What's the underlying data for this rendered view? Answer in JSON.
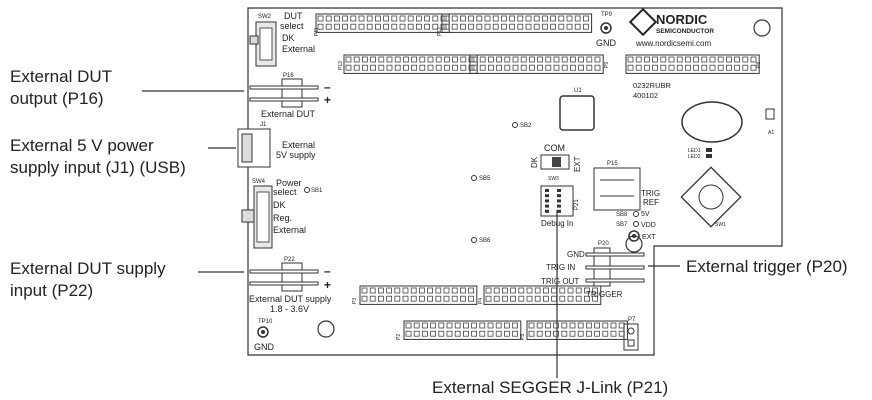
{
  "callouts": {
    "ext_dut_output": [
      "External DUT",
      "output (P16)"
    ],
    "ext_5v_supply": [
      "External 5 V power",
      "supply input (J1) (USB)"
    ],
    "ext_dut_supply": [
      "External DUT supply",
      "input (P22)"
    ],
    "ext_trigger": "External trigger (P20)",
    "ext_segger": "External SEGGER J-Link (P21)"
  },
  "board": {
    "sw2": "SW2",
    "dut_select": [
      "DUT",
      "select",
      "DK",
      "External"
    ],
    "p16": "P16",
    "external_dut": "External DUT",
    "j1": "J1",
    "external_5v": [
      "External",
      "5V supply"
    ],
    "sw4": "SW4",
    "power_select": [
      "Power",
      "select",
      "DK",
      "Reg.",
      "External"
    ],
    "sb1": "SB1",
    "p22": "P22",
    "external_dut_supply": [
      "External DUT supply",
      "1.8 - 3.6V"
    ],
    "tp10": "TP10",
    "tp9": "TP9",
    "gnd": "GND",
    "p3": "P3",
    "p4": "P4",
    "p1": "P1",
    "p2": "P2",
    "p5": "P5",
    "p6": "P6",
    "p7": "P7",
    "p8": "P8",
    "p9": "P9",
    "p11": "P11",
    "p12": "P12",
    "p13": "P13",
    "plus": "+",
    "minus": "–",
    "u1": "U1",
    "sb2": "SB2",
    "sb5": "SB5",
    "sb6": "SB6",
    "sb8": "SB8",
    "sb7": "SB7",
    "com": "COM",
    "dk": "DK",
    "ext": "EXT",
    "sw3": "SW3",
    "p15": "P15",
    "trig_ref": [
      "TRIG",
      "REF"
    ],
    "five_v": "5V",
    "vdd": "VDD",
    "tp11_ext": "EXT",
    "p21": "P21",
    "debug_in": "Debug In",
    "p20": "P20",
    "trig_pins": [
      "GND",
      "TRIG IN",
      "TRIG OUT"
    ],
    "trigger": "TRIGGER",
    "nordic_logo": "NORDIC",
    "semiconductor": "SEMICONDUCTOR",
    "url": "www.nordicsemi.com",
    "part_no": [
      "0232RUBR",
      "400102"
    ],
    "led1": "LED1",
    "led2": "LED2",
    "a1": "A1",
    "sw1": "SW1"
  }
}
